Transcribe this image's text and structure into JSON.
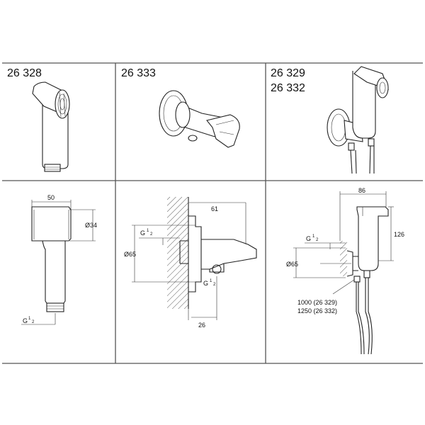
{
  "products": {
    "p1": {
      "code": "26 328"
    },
    "p2": {
      "code": "26 333"
    },
    "p3": {
      "code_a": "26 329",
      "code_b": "26 332"
    }
  },
  "dims": {
    "p1": {
      "width": "50",
      "diameter": "Ø34",
      "thread": "G",
      "thread_frac_n": "1",
      "thread_frac_d": "2"
    },
    "p2": {
      "depth": "61",
      "thread_top": "G",
      "thread_bottom": "G",
      "frac_n": "1",
      "frac_d": "2",
      "diameter": "Ø65",
      "offset": "26"
    },
    "p3": {
      "width": "86",
      "height": "126",
      "thread": "G",
      "frac_n": "1",
      "frac_d": "2",
      "diameter": "Ø65",
      "hose_1": "1000 (26 329)",
      "hose_2": "1250 (26 332)"
    }
  }
}
